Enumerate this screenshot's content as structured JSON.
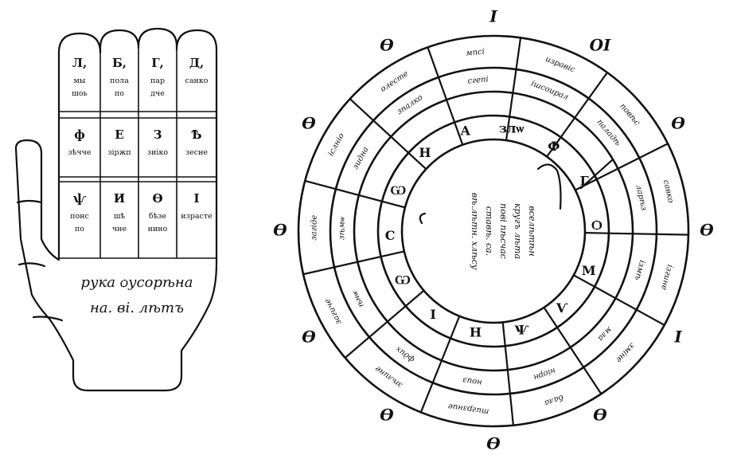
{
  "hand": {
    "fingers": [
      {
        "label": "finger-1",
        "cells": [
          {
            "big": "Л,",
            "small": "мы\nшоь"
          },
          {
            "big": "ф",
            "small": "зѣчче"
          },
          {
            "big": "ѱ",
            "small": "понс\nпо"
          }
        ]
      },
      {
        "label": "finger-2",
        "cells": [
          {
            "big": "Б,",
            "small": "пола\nпо"
          },
          {
            "big": "Е",
            "small": "зіржп"
          },
          {
            "big": "И",
            "small": "шѣ\nчне"
          }
        ]
      },
      {
        "label": "finger-3",
        "cells": [
          {
            "big": "Г,",
            "small": "пар\nдче"
          },
          {
            "big": "З",
            "small": "зиіко"
          },
          {
            "big": "Ѳ",
            "small": "бѣзе\nнино"
          }
        ]
      },
      {
        "label": "finger-4",
        "cells": [
          {
            "big": "Д,",
            "small": "санко"
          },
          {
            "big": "Ѣ",
            "small": "зесне"
          },
          {
            "big": "І",
            "small": "израсте"
          }
        ]
      }
    ],
    "palm": {
      "line1": "рука ѻусорѣна",
      "line2": "на. ві. лѣтъ"
    }
  },
  "wheel": {
    "numerals": [
      "І",
      "ОІ",
      "Ѳ",
      "Ѳ",
      "І",
      "Ѳ",
      "Ѳ",
      "Ѳ",
      "Ѳ",
      "Ѳ",
      "Ѳ",
      "Ѳ"
    ],
    "outer_ring": [
      "изравіс",
      "повѣс",
      "савко",
      "ізгине",
      "зміне",
      "бала",
      "тигрзние",
      "зѣлине",
      "загиче",
      "загіде",
      "іслніо",
      "олесте",
      "мпсі"
    ],
    "middle_ring": [
      "ішсоирал",
      "паладѣ",
      "ларѣз",
      "ізмѣ",
      "мла",
      "ніорн",
      "ноиз",
      "фдих",
      "ѣнѡ",
      "зѣмѡ",
      "зидна",
      "зпалко",
      "сгепі"
    ],
    "inner_ring": [
      "злѡ",
      "Ф",
      "Г",
      "Ѻ",
      "М",
      "Ѵ",
      "Ѱ",
      "Н",
      "І",
      "Ѡ",
      "С",
      "Ѡ",
      "Н",
      "А"
    ],
    "center": [
      "вѣ.лѣтн. хлѣсу",
      "ставѣ. са.",
      "пові пѣсчас",
      "кругъ лѣта",
      "вселѣтѣн"
    ]
  }
}
